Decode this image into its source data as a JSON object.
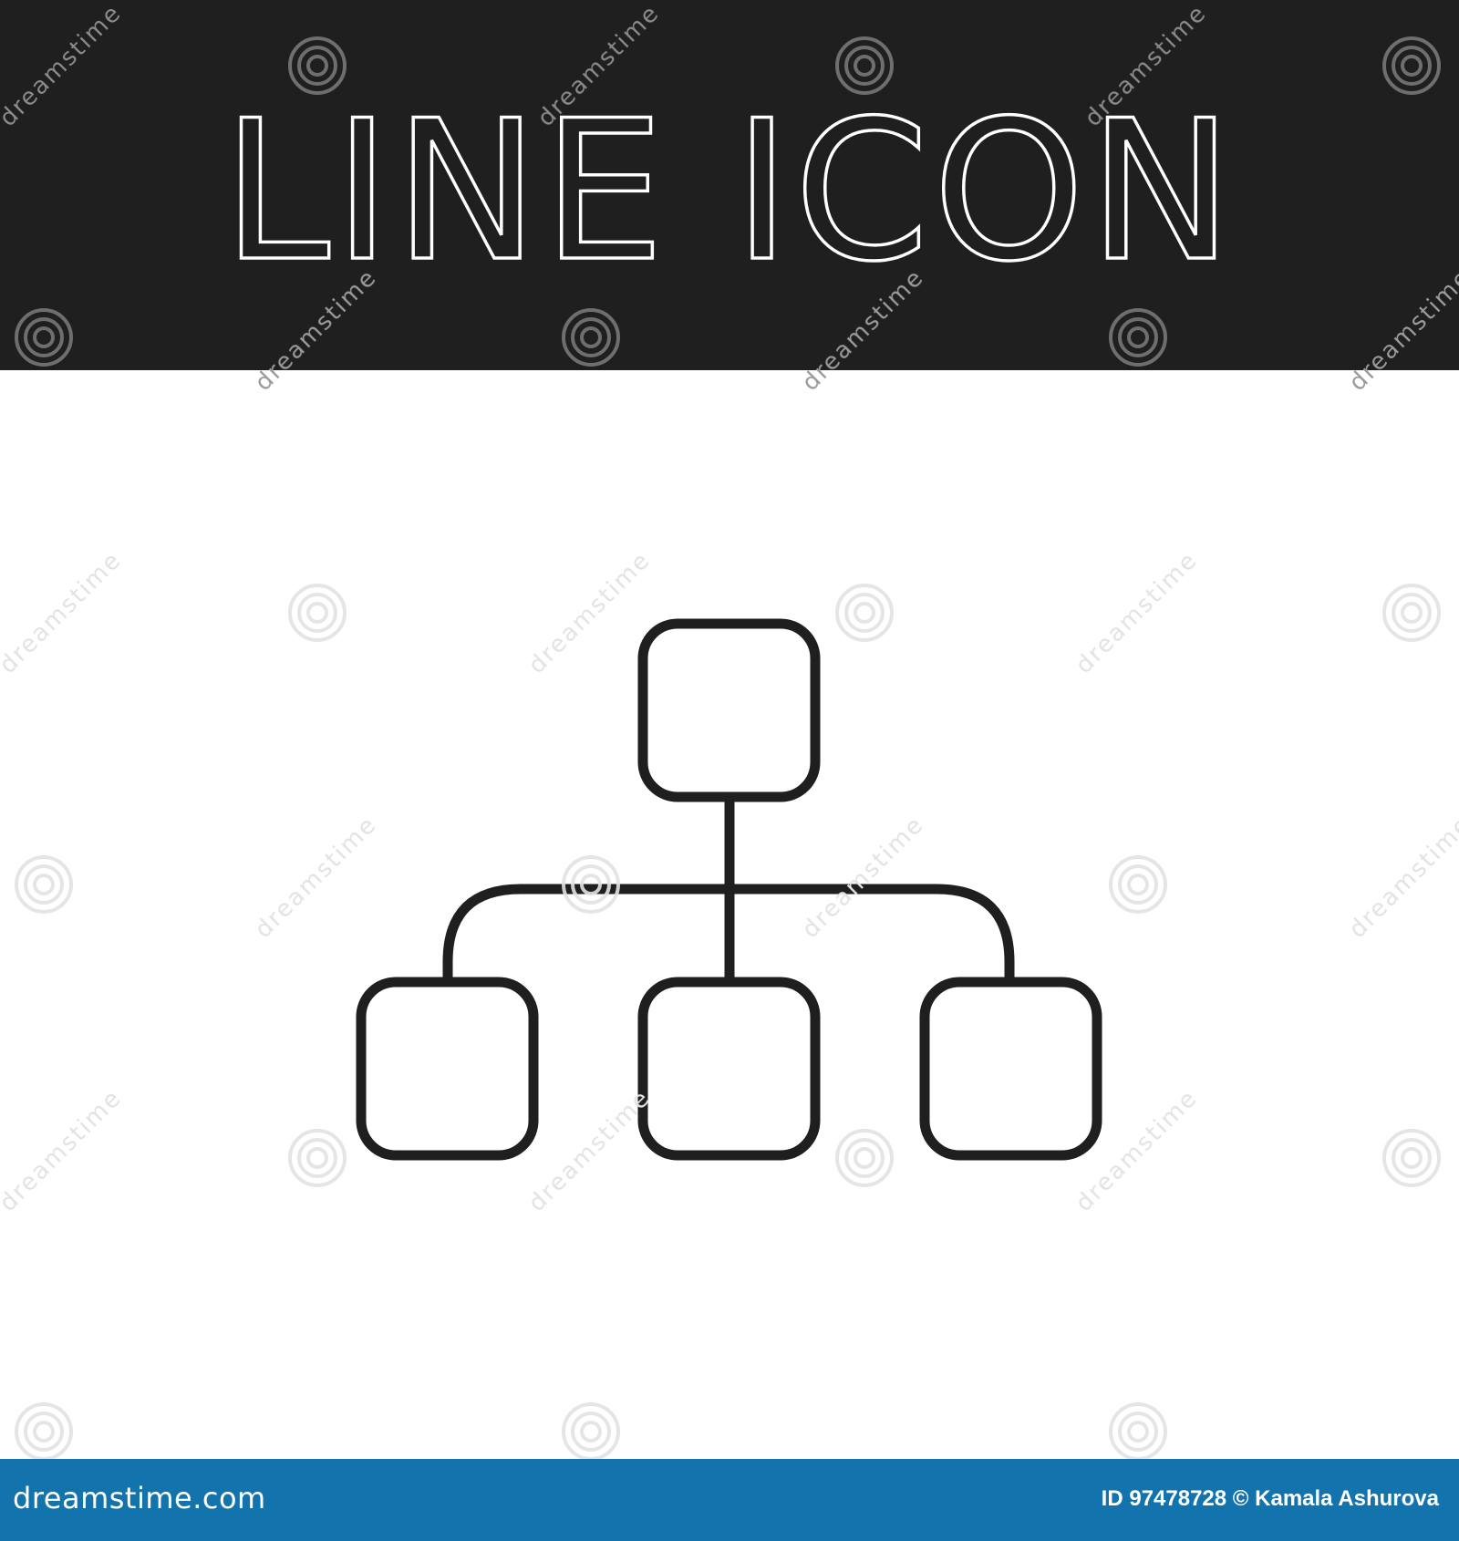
{
  "header": {
    "title": "LINE ICON",
    "background": "#1f1f1f",
    "text_color": "#ffffff"
  },
  "icon": {
    "semantic": "hierarchy-icon",
    "description_nodes": [
      "top-node",
      "left-child-node",
      "center-child-node",
      "right-child-node"
    ],
    "stroke_color": "#1f1f1f"
  },
  "watermark": {
    "text": "dreamstime"
  },
  "footer": {
    "brand": "dreamstime.com",
    "credit": "ID 97478728 © Kamala Ashurova",
    "background": "#1273ad"
  }
}
